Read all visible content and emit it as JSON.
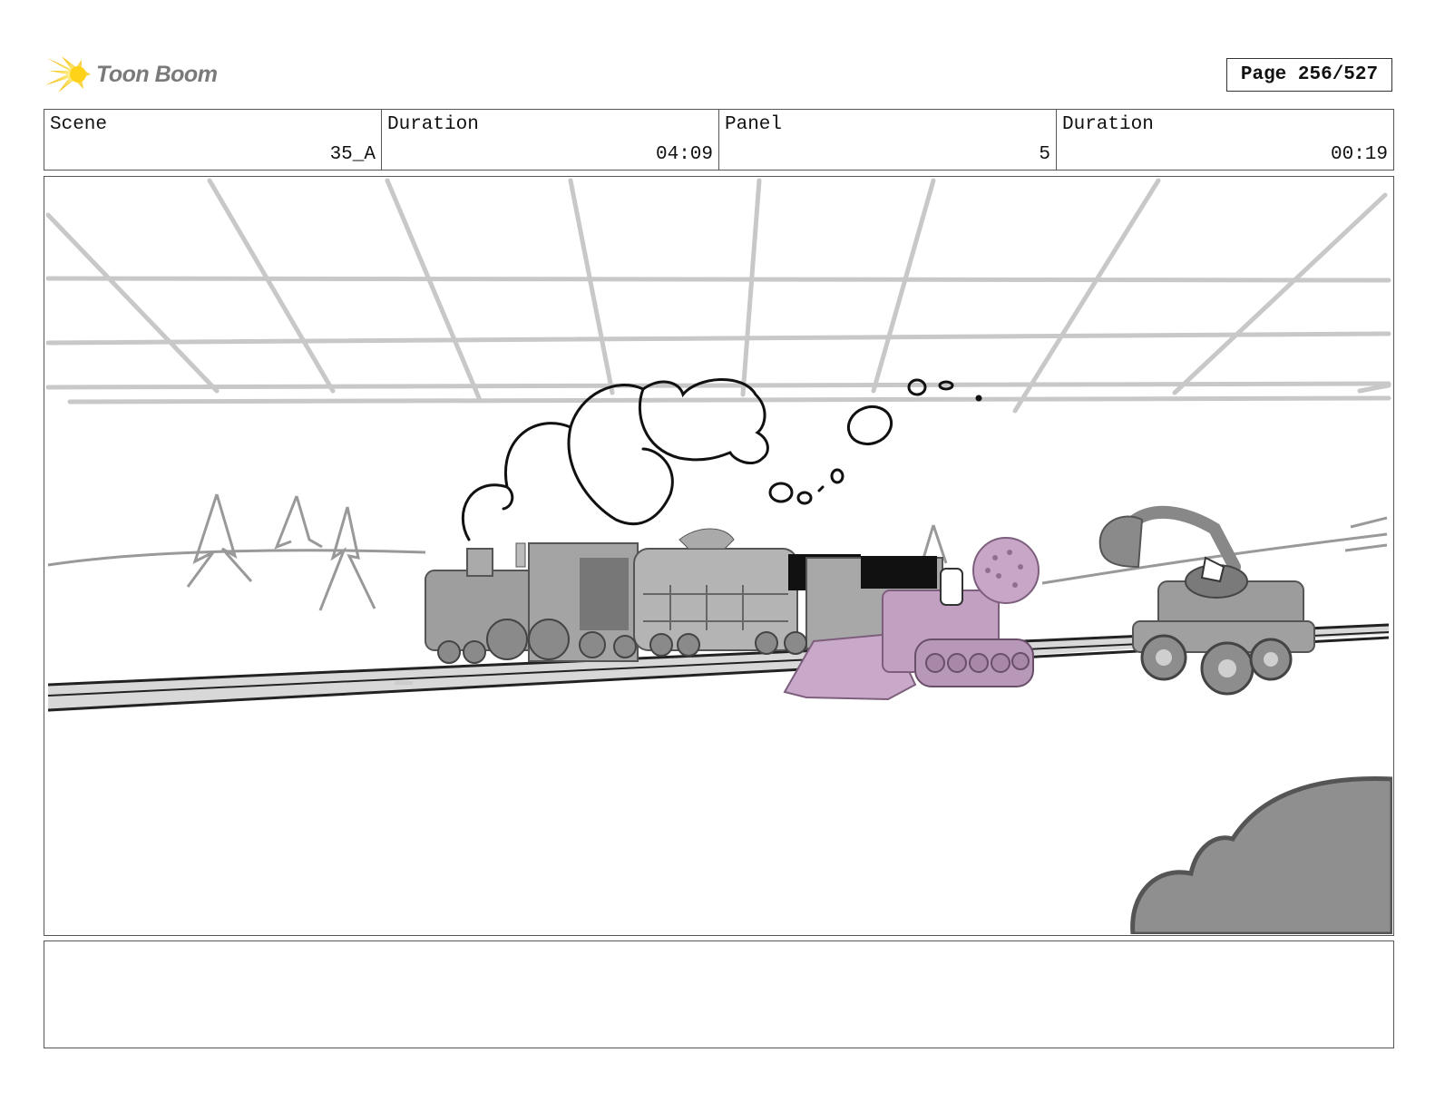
{
  "logo": {
    "text": "Toon Boom",
    "icon": "toon-boom-star-icon"
  },
  "page": {
    "label": "Page 256/527"
  },
  "header": {
    "scene_label": "Scene",
    "scene_value": "35_A",
    "duration_label": "Duration",
    "duration_value": "04:09",
    "panel_label": "Panel",
    "panel_value": "5",
    "panel_duration_label": "Duration",
    "panel_duration_value": "00:19"
  },
  "notes": {
    "text": ""
  },
  "colors": {
    "border": "#555555",
    "logo_yellow": "#f5c400",
    "logo_text": "#7a7a7a",
    "vehicle_pink": "#c8a8c8",
    "model_gray": "#9a9a9a"
  }
}
